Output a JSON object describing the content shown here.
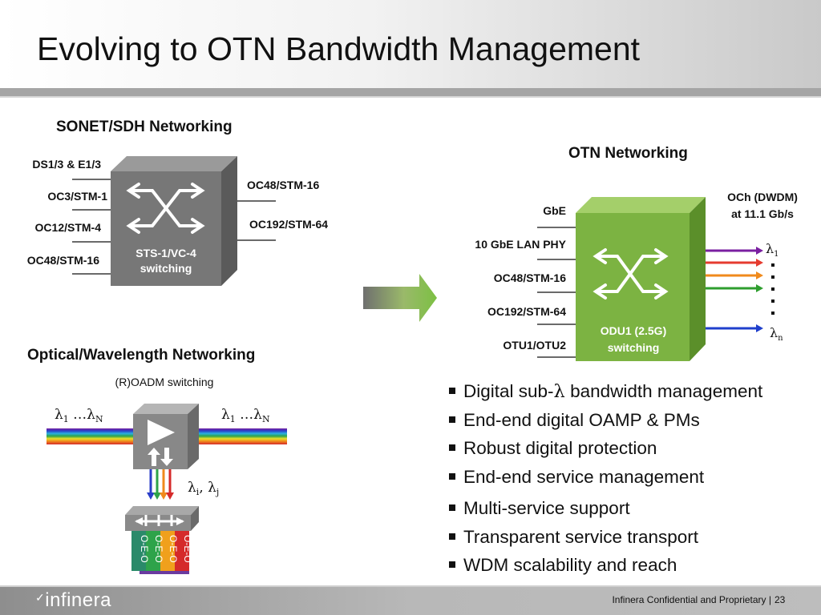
{
  "title": "Evolving to OTN Bandwidth Management",
  "sonet": {
    "heading": "SONET/SDH Networking",
    "inputs": [
      "DS1/3 & E1/3",
      "OC3/STM-1",
      "OC12/STM-4",
      "OC48/STM-16"
    ],
    "outputs": [
      "OC48/STM-16",
      "OC192/STM-64"
    ],
    "box_label_1": "STS-1/VC-4",
    "box_label_2": "switching"
  },
  "otn": {
    "heading": "OTN Networking",
    "inputs": [
      "GbE",
      "10 GbE LAN PHY",
      "OC48/STM-16",
      "OC192/STM-64",
      "OTU1/OTU2"
    ],
    "output_label_1": "OCh (DWDM)",
    "output_label_2": "at 11.1 Gb/s",
    "lambda_first_sub": "1",
    "lambda_last_sub": "n",
    "box_label_1": "ODU1 (2.5G)",
    "box_label_2": "switching",
    "lambda_colors": [
      "#7a1fa0",
      "#e53b2f",
      "#f08a1c",
      "#2e9e2e",
      "#1f3fcc"
    ]
  },
  "optical": {
    "heading": "Optical/Wavelength Networking",
    "subheading": "(R)OADM switching",
    "left_label_sub1": "1",
    "left_label_subN": "N",
    "right_label_sub1": "1",
    "right_label_subN": "N",
    "drop_sub_i": "i",
    "drop_sub_j": "j",
    "oeo_label": "O-E-O"
  },
  "bullets": [
    {
      "pre": "Digital sub-",
      "sym": "λ",
      "post": " bandwidth management"
    },
    {
      "pre": "End-end digital OAMP & PMs",
      "sym": "",
      "post": ""
    },
    {
      "pre": "Robust digital protection",
      "sym": "",
      "post": ""
    },
    {
      "pre": "End-end service management",
      "sym": "",
      "post": ""
    },
    {
      "pre": "Multi-service support",
      "sym": "",
      "post": ""
    },
    {
      "pre": "Transparent service transport",
      "sym": "",
      "post": ""
    },
    {
      "pre": "WDM scalability and reach",
      "sym": "",
      "post": ""
    }
  ],
  "footer": {
    "brand": "infinera",
    "text": "Infinera Confidential and Proprietary  |",
    "page": "23"
  },
  "colors": {
    "sonet_box": "#777777",
    "otn_box": "#7cb342",
    "footer_bar": "#a8a8a8",
    "header_bar": "#a0a0a0"
  }
}
